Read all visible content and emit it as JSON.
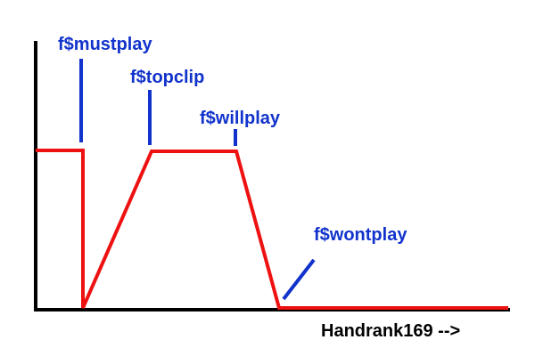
{
  "diagram": {
    "x_axis_label": "Handrank169 -->",
    "markers": [
      {
        "id": "mustplay",
        "label": "f$mustplay"
      },
      {
        "id": "topclip",
        "label": "f$topclip"
      },
      {
        "id": "willplay",
        "label": "f$willplay"
      },
      {
        "id": "wontplay",
        "label": "f$wontplay"
      }
    ],
    "colors": {
      "axis": "#000000",
      "curve": "#ee1111",
      "marker": "#1133cc"
    }
  }
}
